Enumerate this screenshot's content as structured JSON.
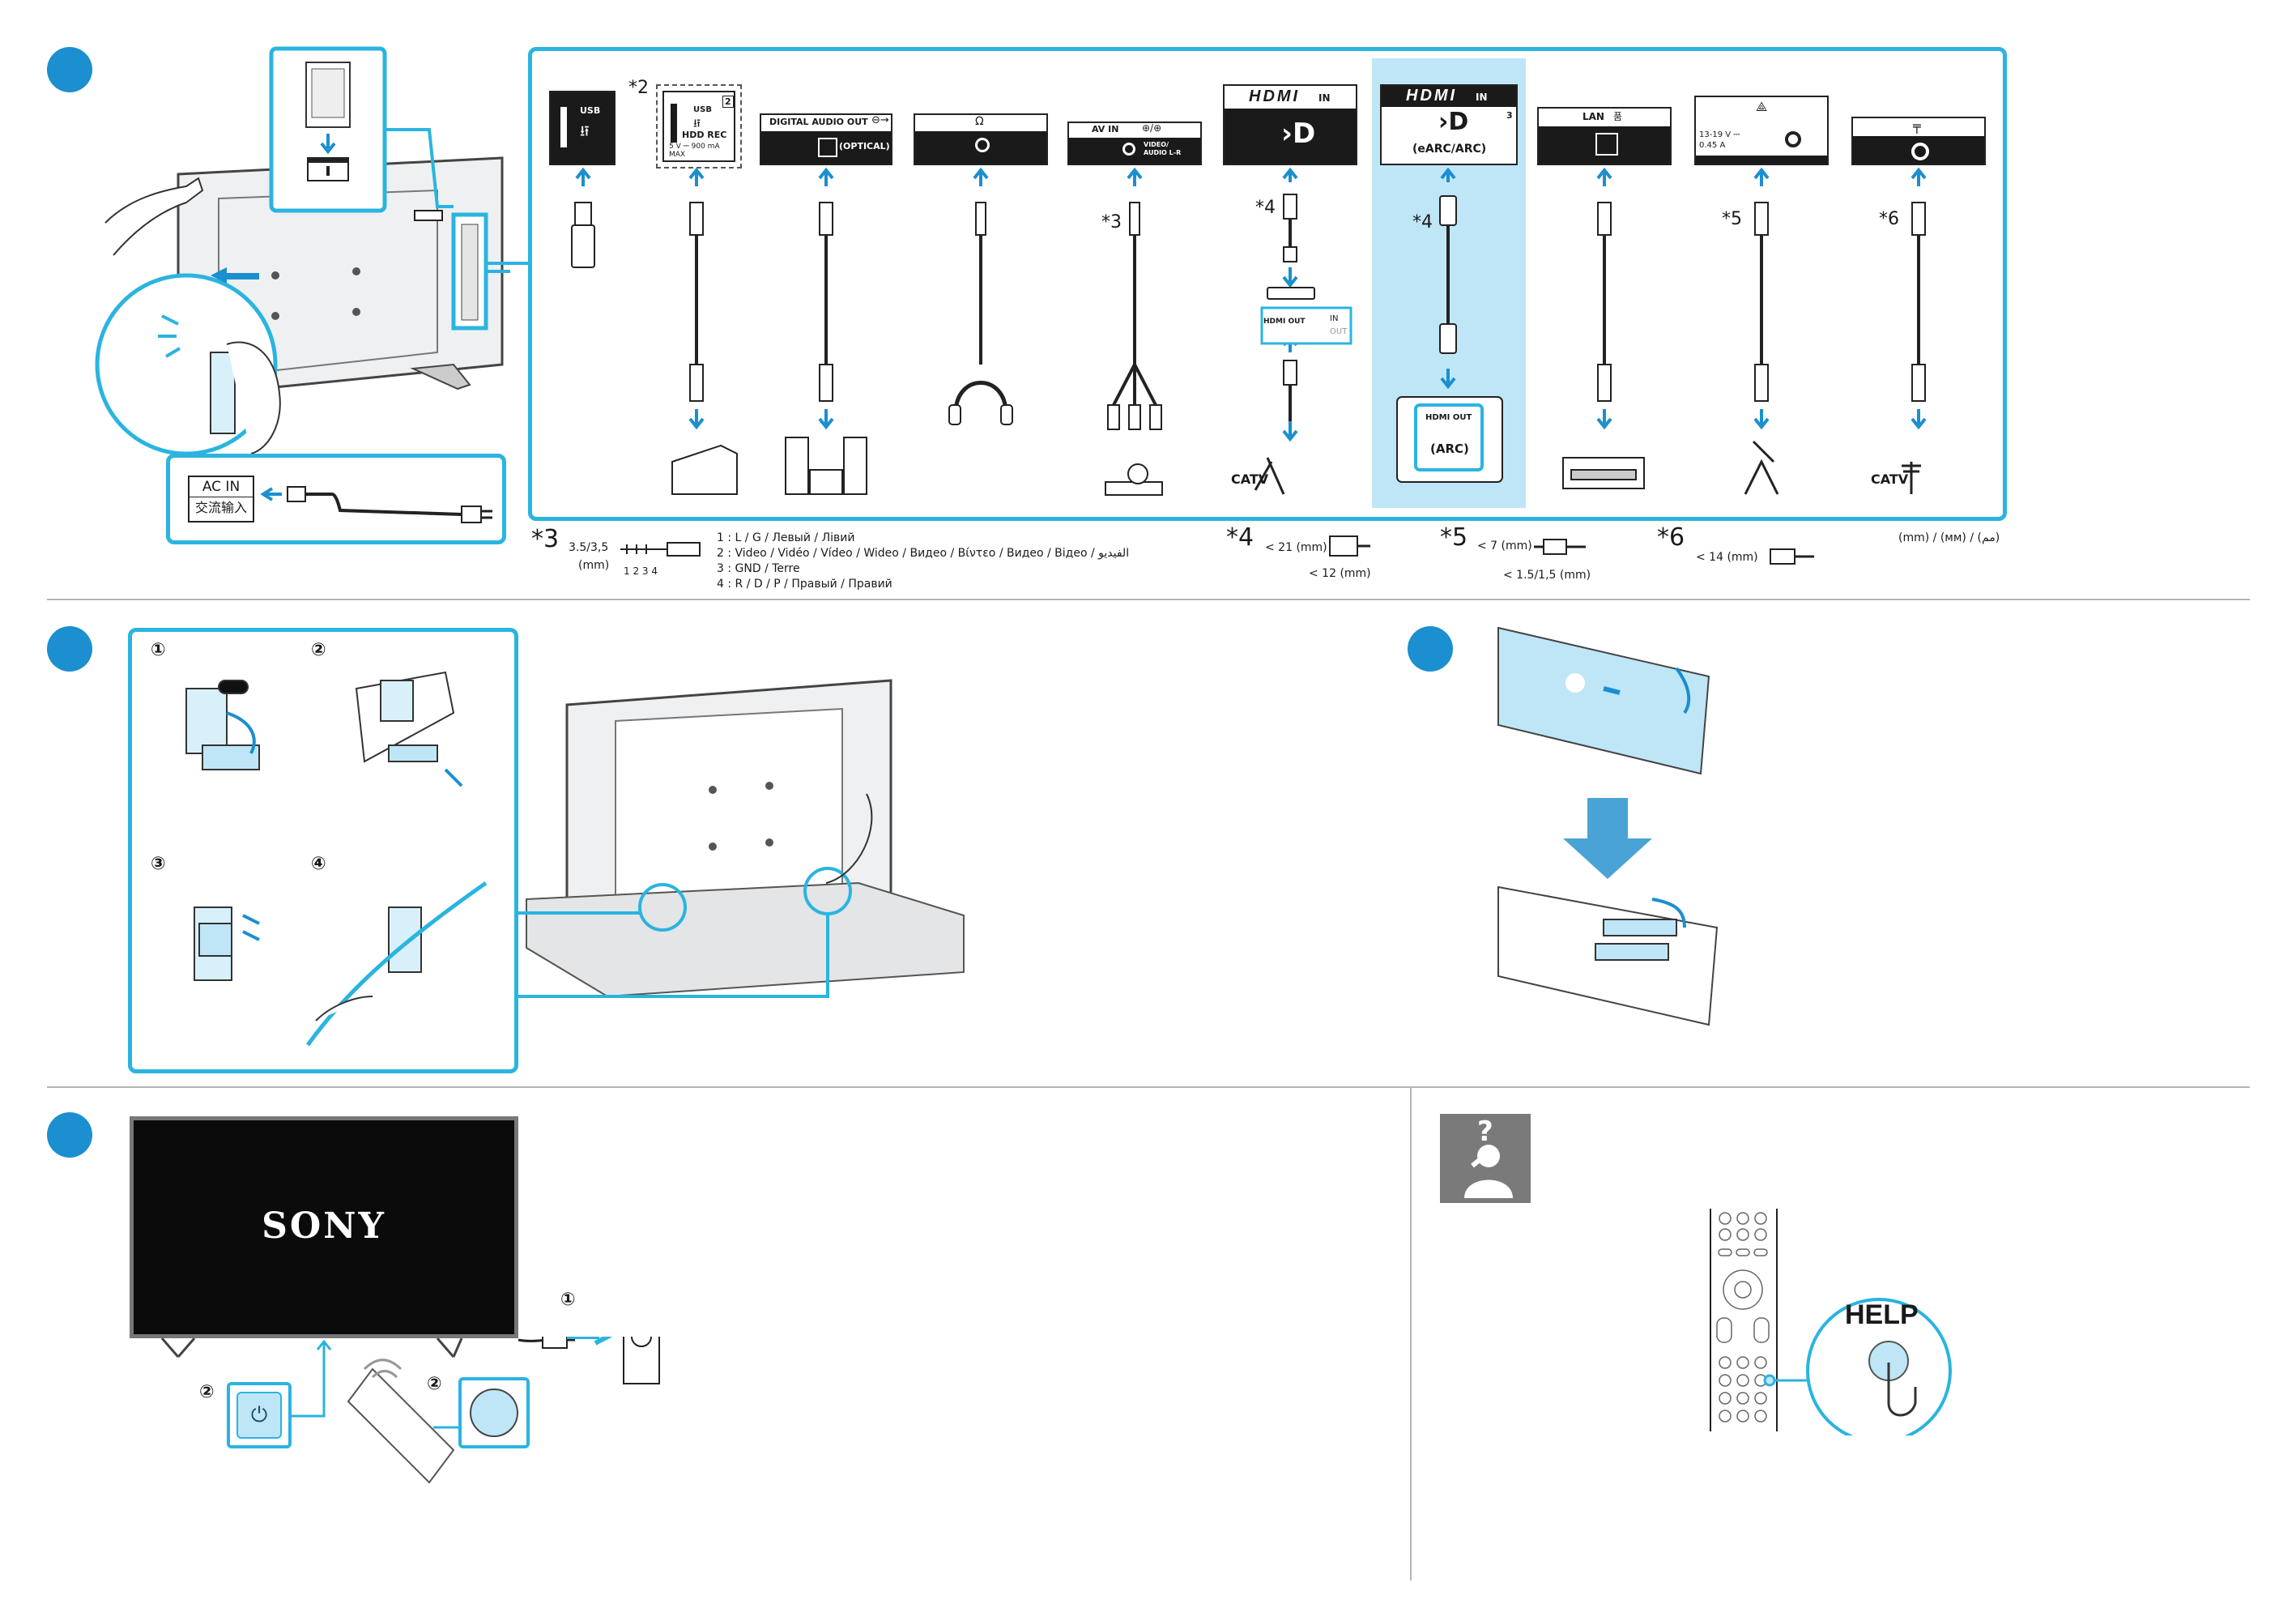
{
  "ports": {
    "usb1": "USB",
    "usb2": "USB",
    "usb2_num": "2",
    "hdd_rec": "HDD REC",
    "usb_spec": "5 V ⎓ 900 mA MAX",
    "digital_audio": "DIGITAL AUDIO OUT",
    "optical": "(OPTICAL)",
    "av_in": "AV IN",
    "av_video": "VIDEO/ AUDIO L-R",
    "hdmi_logo": "HDMI",
    "hdmi_in": "IN",
    "hdmi3_num": "3",
    "earc": "(eARC/ARC)",
    "lan": "LAN",
    "sat_spec": "13-19 V ⎓ 0.45 A",
    "hdmi_out": "HDMI OUT",
    "in_label": "IN",
    "out_label": "OUT",
    "arc": "(ARC)",
    "catv": "CATV",
    "ac_in": "AC IN",
    "ac_in_cn": "交流输入"
  },
  "stars": {
    "s2": "*2",
    "s3": "*3",
    "s4": "*4",
    "s5": "*5",
    "s6": "*6"
  },
  "notes": {
    "n3_size": "3.5/3,5",
    "n3_unit": "(mm)",
    "n3_pins": "1 2 3 4",
    "n3_line1": "1 : L / G / Левый / Лівий",
    "n3_line2": "2 : Video / Vidéo / Vídeo / Wideo / Видео / Βίντεο / Видео / Відео / الفيديو",
    "n3_line3": "3 : GND / Terre",
    "n3_line4": "4 : R / D / P / Правый / Правий",
    "n4_a": "< 21 (mm)",
    "n4_b": "< 12 (mm)",
    "n5_a": "< 7 (mm)",
    "n5_b": "< 1.5/1,5 (mm)",
    "n6_a": "< 14 (mm)",
    "units": "(mm) / (мм) / (مم)"
  },
  "steps": {
    "circ1": "①",
    "circ2": "②",
    "circ3": "③",
    "circ4": "④"
  },
  "tv": {
    "brand": "SONY"
  },
  "help": {
    "label": "HELP",
    "question": "?"
  },
  "colors": {
    "accent": "#2ab4e0",
    "step_dot": "#1b8fcf",
    "highlight": "#bfe6f7"
  }
}
